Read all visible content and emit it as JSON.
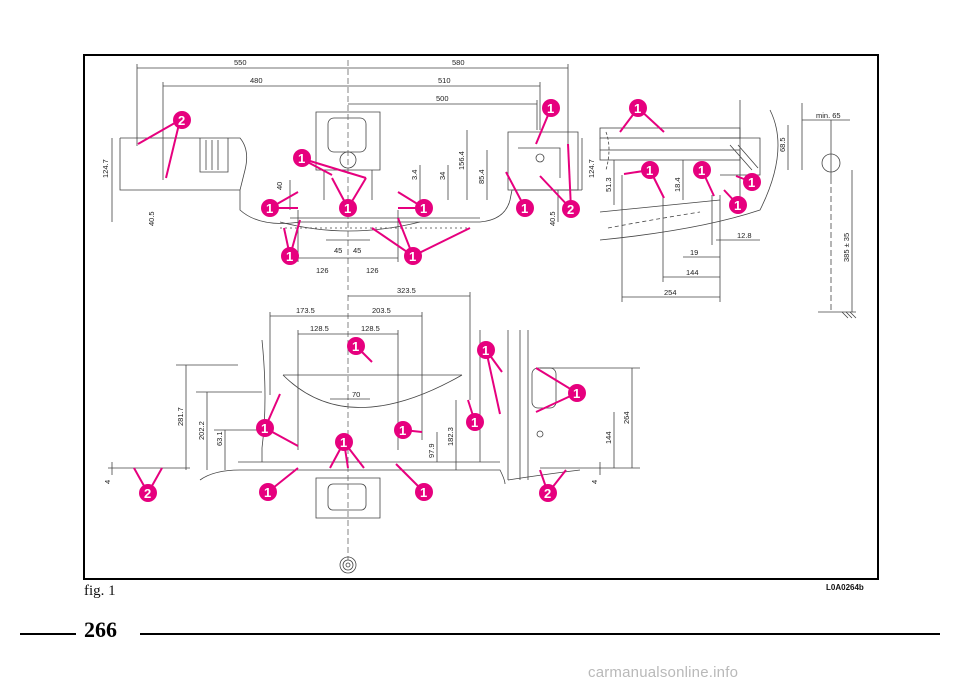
{
  "figure": {
    "caption": "fig. 1",
    "ref_code": "L0A0264b",
    "page_number": "266",
    "watermark": "carmanualsonline.info",
    "callout_color": "#e6007e",
    "line_color": "#333333"
  },
  "top_view": {
    "dimensions": [
      "550",
      "580",
      "480",
      "510",
      "500",
      "124.7",
      "40.5",
      "40",
      "3.4",
      "34",
      "156.4",
      "85.4",
      "124.7",
      "40.5",
      "45",
      "45",
      "126",
      "126"
    ],
    "callouts": [
      "2",
      "1",
      "1",
      "1",
      "1",
      "1",
      "1",
      "1",
      "1",
      "2"
    ]
  },
  "side_view": {
    "dimensions": [
      "min. 65",
      "68.5",
      "51.3",
      "18.4",
      "12.8",
      "19",
      "144",
      "254",
      "385 ± 35"
    ],
    "callouts": [
      "1",
      "1",
      "1",
      "1",
      "1"
    ]
  },
  "bottom_view": {
    "dimensions": [
      "323.5",
      "173.5",
      "203.5",
      "128.5",
      "128.5",
      "70",
      "281.7",
      "202.2",
      "63.1",
      "4",
      "97.9",
      "182.3",
      "264",
      "144",
      "4"
    ],
    "callouts": [
      "1",
      "1",
      "1",
      "1",
      "1",
      "1",
      "2",
      "1",
      "1",
      "1",
      "2"
    ]
  }
}
